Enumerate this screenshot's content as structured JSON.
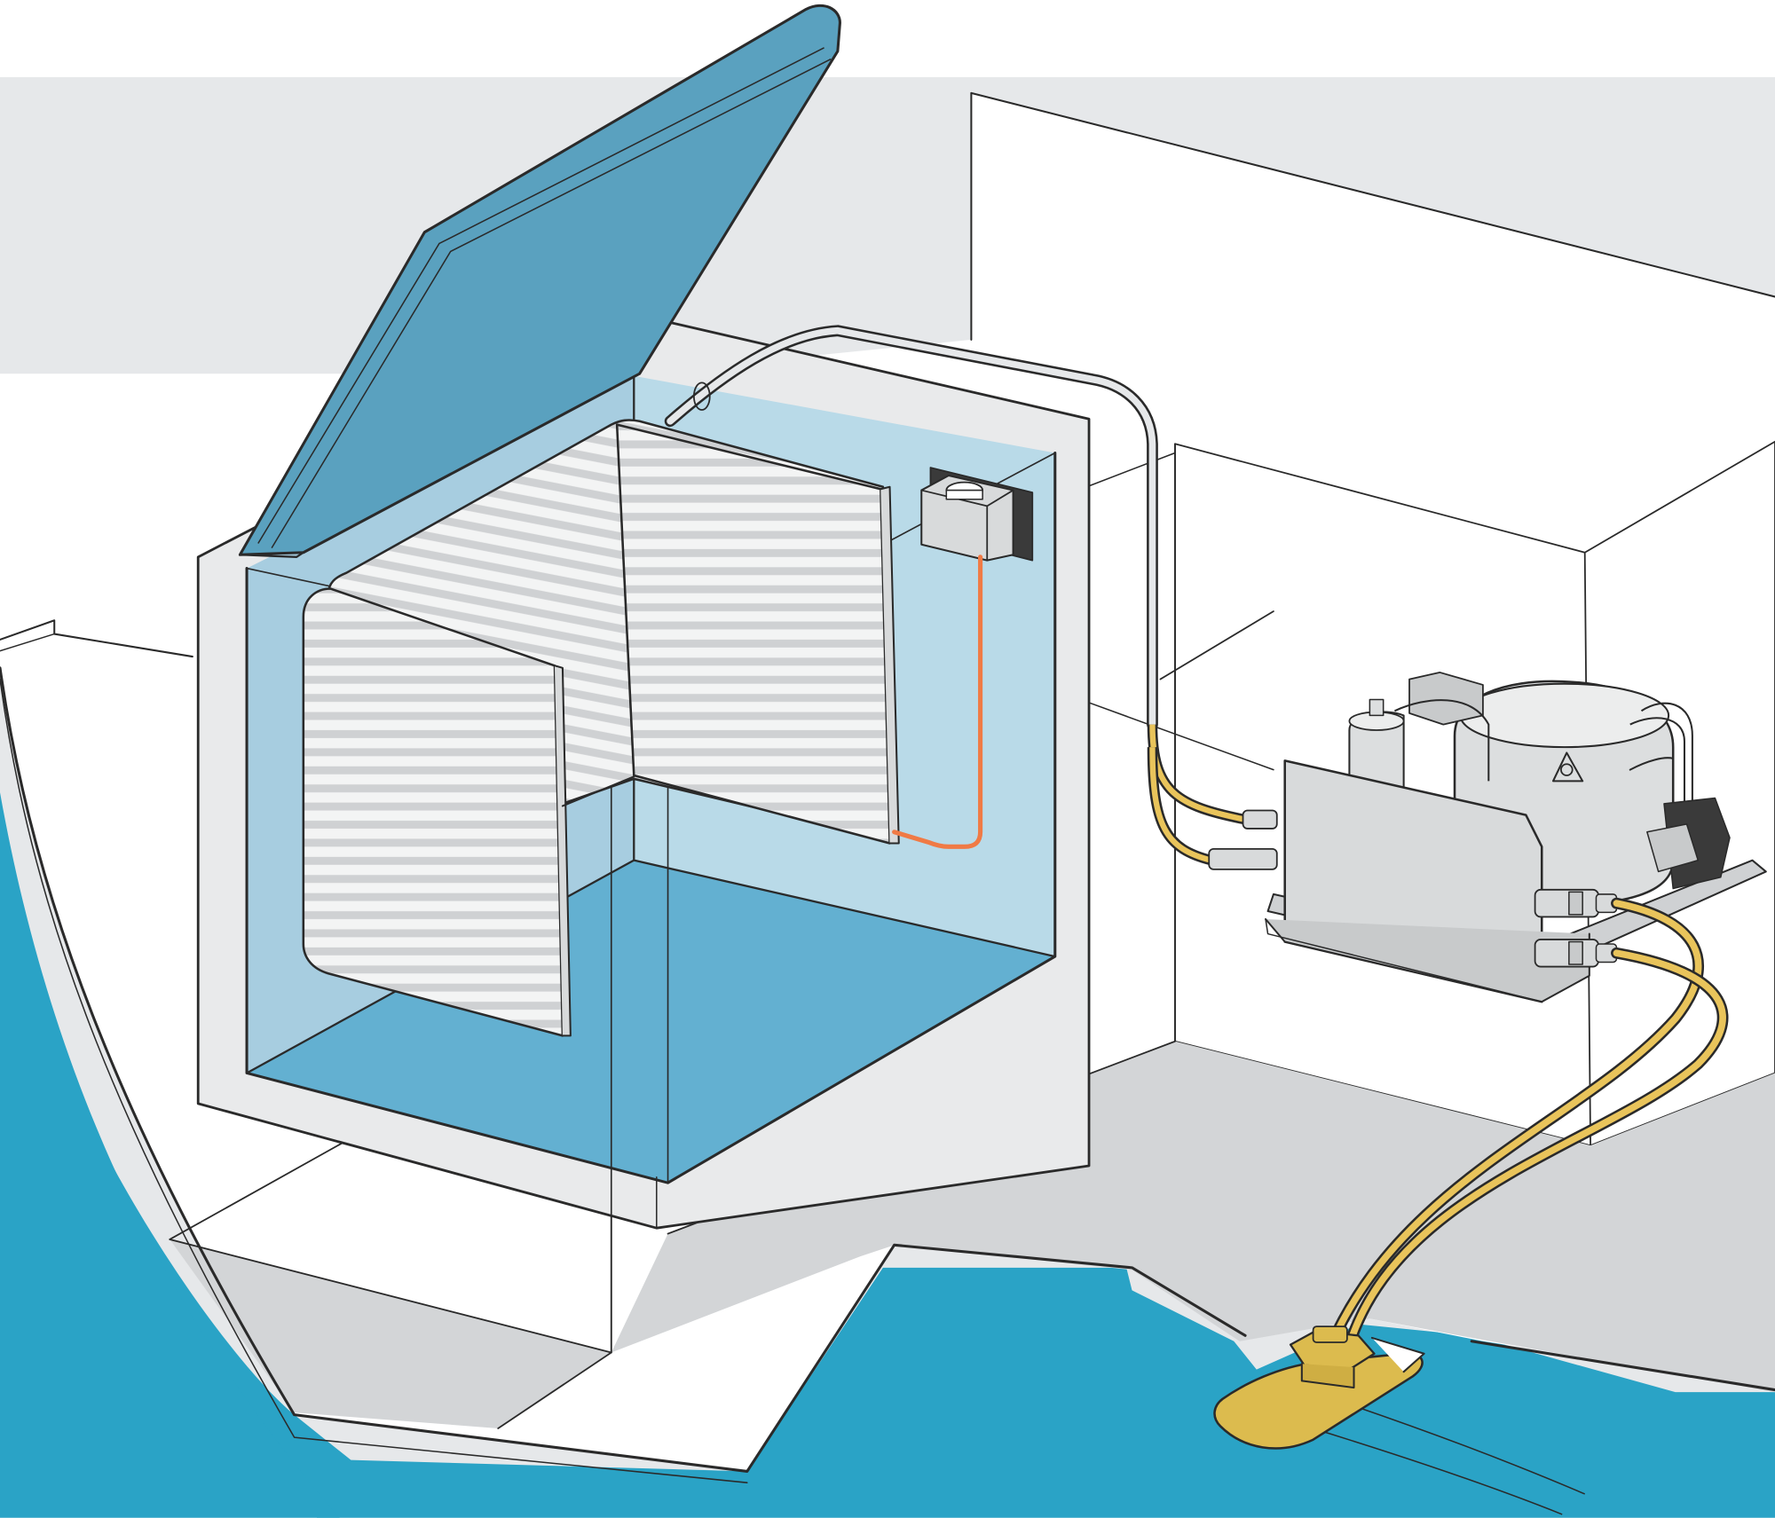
{
  "diagram": {
    "labels": [],
    "components": [
      "icebox-lid",
      "icebox-cabinet",
      "evaporator-plate",
      "thermostat",
      "thermostat-sensor-wire",
      "refrigerant-line",
      "compressor-unit",
      "compressor",
      "condenser-block",
      "cooling-water-hoses",
      "through-hull-fitting",
      "keel-cooler-plate",
      "boat-hull",
      "bulkheads",
      "cockpit-sole"
    ],
    "colors": {
      "sea_water": "#2aa3c6",
      "background_upper": "#e6e8ea",
      "hull_interior": "#ffffff",
      "floor_gray": "#d3d5d7",
      "lid_blue": "#5aa1bf",
      "box_inner_light": "#b9dae8",
      "box_floor_blue": "#63b0d1",
      "insulation_gray": "#e9eaeb",
      "evaporator_white": "#f3f4f4",
      "evaporator_stripes": "#cfd1d3",
      "hose_yellow": "#e9c45b",
      "fitting_gold": "#dcbb4e",
      "sensor_wire_orange": "#f07a45",
      "metal_gray": "#d8dadb",
      "outline": "#2a2a2a"
    }
  }
}
